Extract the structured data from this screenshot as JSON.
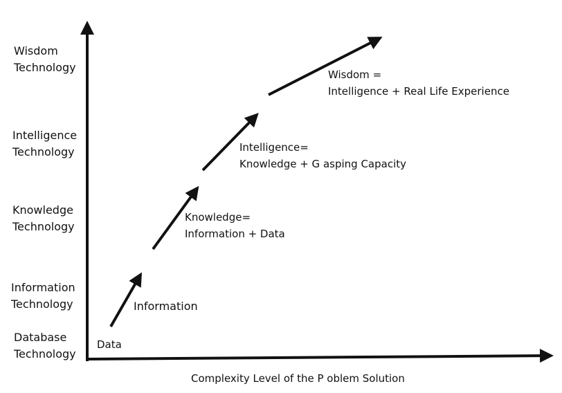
{
  "diagram": {
    "axis": {
      "x_label": "Complexity Level of the P oblem Solution"
    },
    "levels": [
      {
        "line1": "Wisdom",
        "line2": "Technology"
      },
      {
        "line1": "Intelligence",
        "line2": "Technology"
      },
      {
        "line1": "Knowledge",
        "line2": "Technology"
      },
      {
        "line1": "Information",
        "line2": "Technology"
      },
      {
        "line1": "Database",
        "line2": "Technology"
      }
    ],
    "steps": {
      "data": "Data",
      "information": "Information",
      "knowledge_title": "Knowledge=",
      "knowledge_formula": "Information + Data",
      "intelligence_title": "Intelligence=",
      "intelligence_formula": "Knowledge + G asping Capacity",
      "wisdom_title": "Wisdom =",
      "wisdom_formula": "Intelligence + Real Life Experience"
    },
    "colors": {
      "ink": "#111111",
      "background": "#ffffff"
    }
  }
}
